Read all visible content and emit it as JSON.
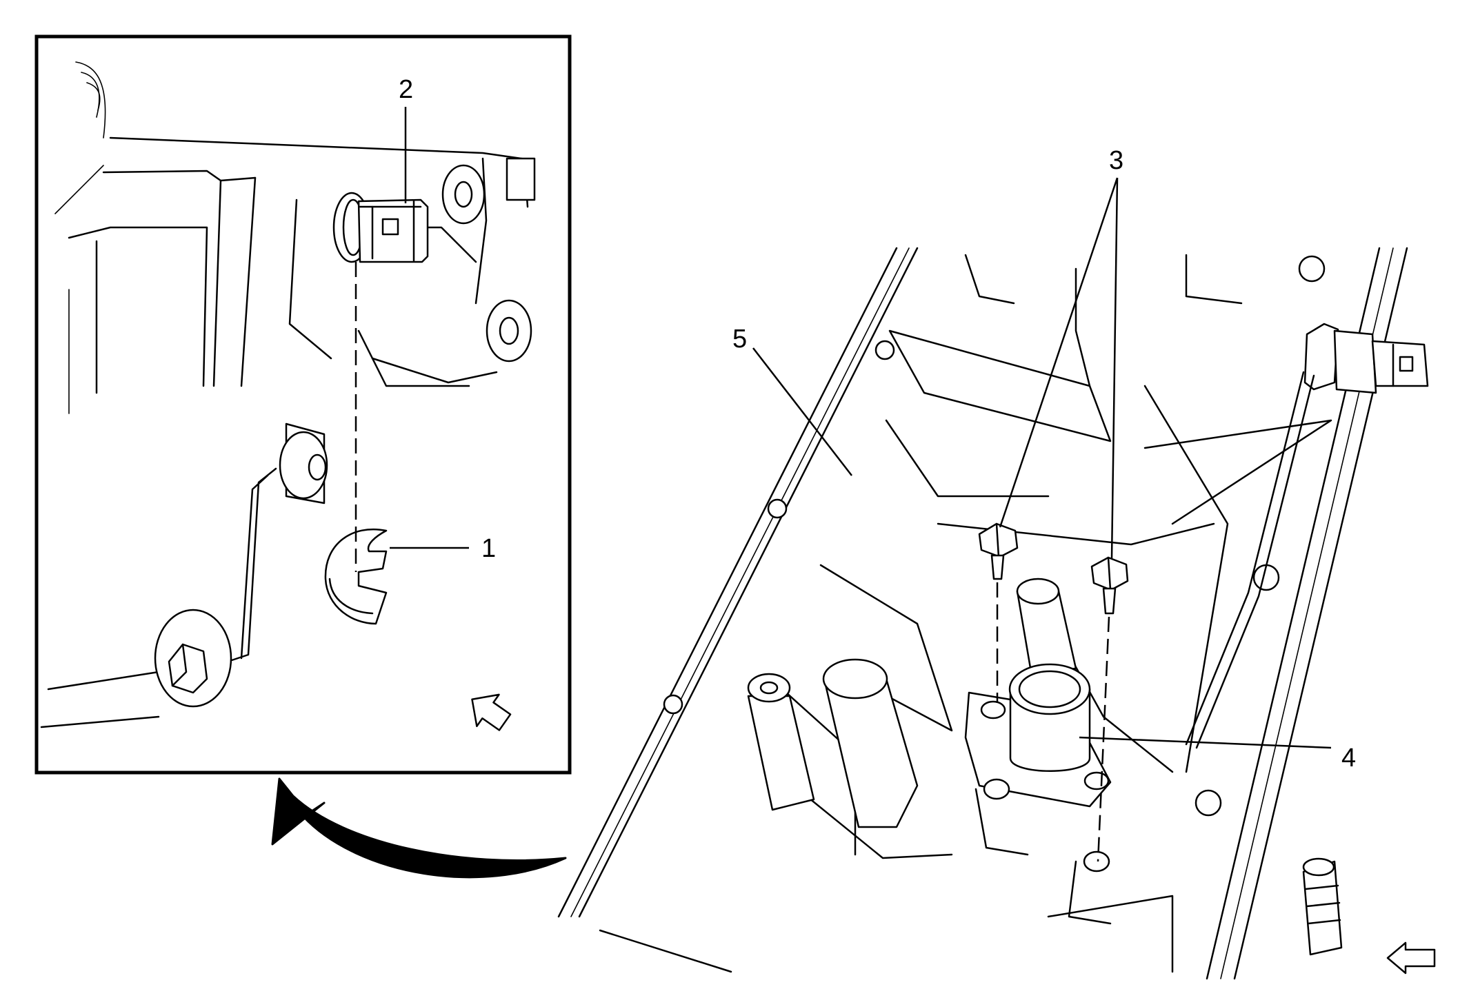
{
  "diagram": {
    "callouts": [
      {
        "id": "1",
        "label": "1"
      },
      {
        "id": "2",
        "label": "2"
      },
      {
        "id": "3",
        "label": "3"
      },
      {
        "id": "4",
        "label": "4"
      },
      {
        "id": "5",
        "label": "5"
      }
    ],
    "icons": {
      "view_arrow_inset": "view-direction-arrow-icon",
      "view_arrow_main": "view-direction-arrow-icon",
      "transition_arrow": "curved-arrow-icon"
    },
    "colors": {
      "line": "#000000",
      "background": "#ffffff"
    }
  }
}
